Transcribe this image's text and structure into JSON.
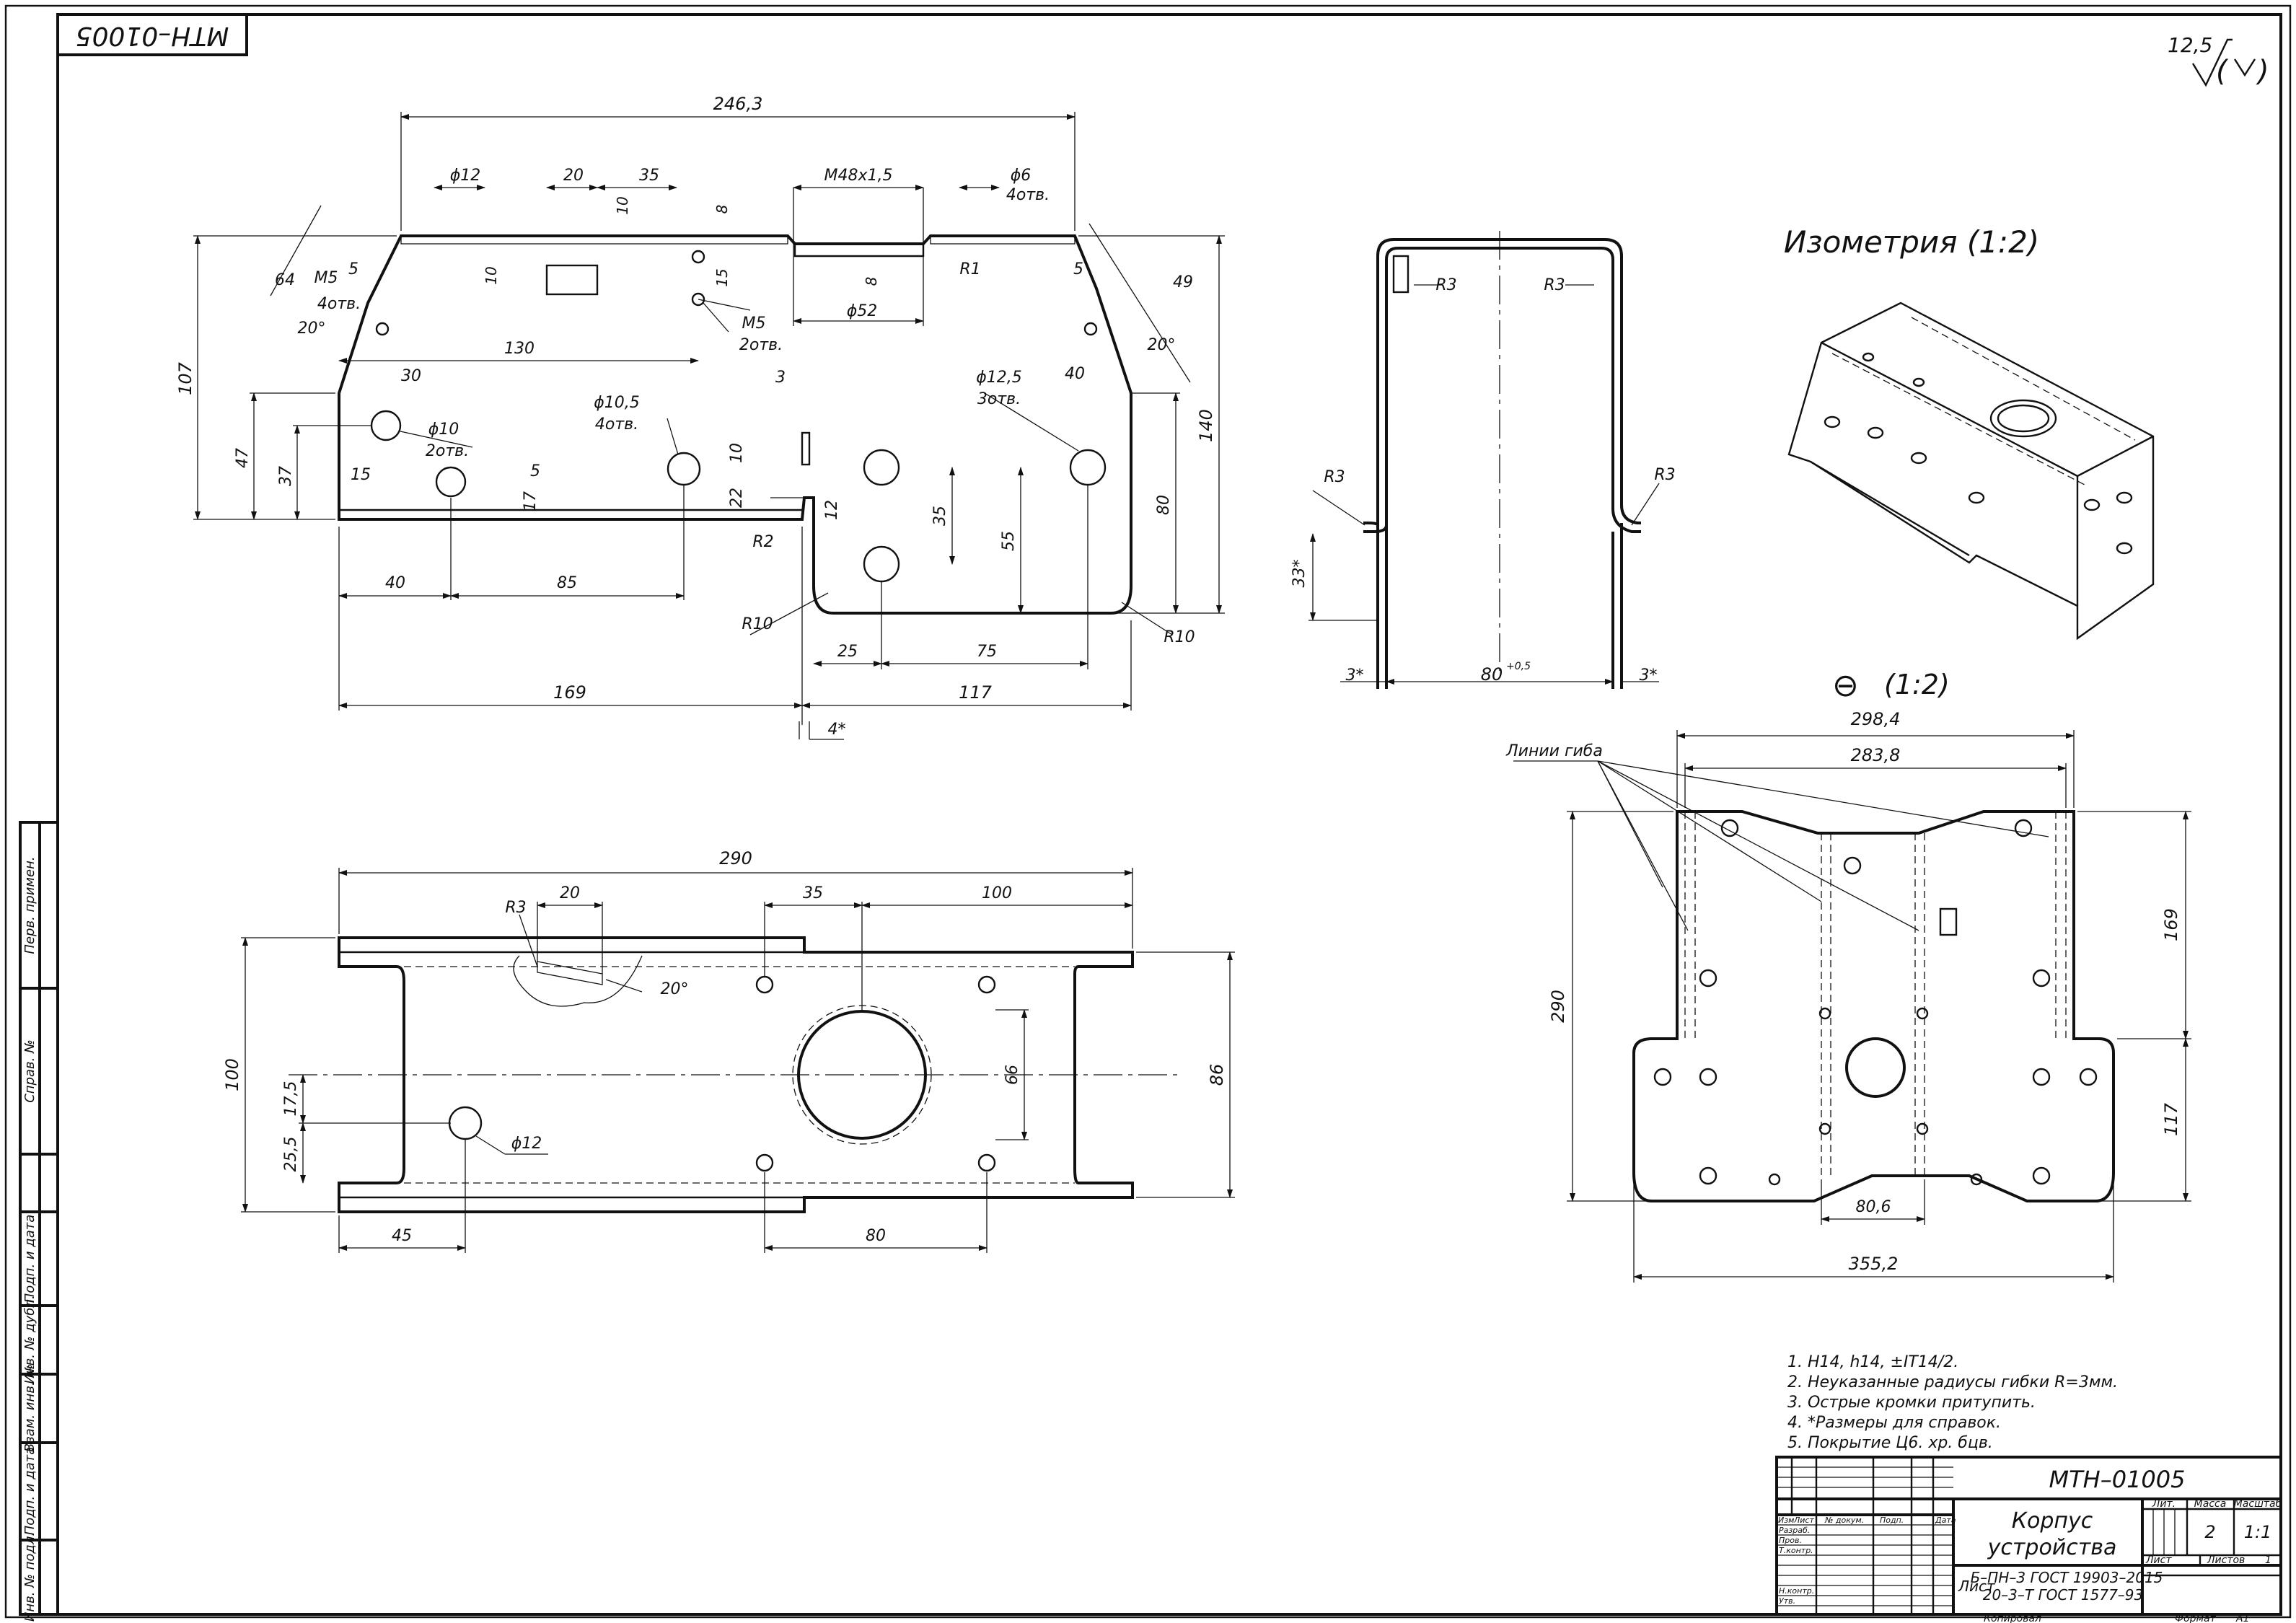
{
  "drawing": {
    "code": "МТН–01005",
    "stamp_code_rotated": "МТН–01005",
    "roughness": "12,5",
    "views": {
      "isometry_title": "Изометрия (1:2)",
      "development_scale": "(1:2)"
    },
    "dims_top": {
      "d246": "246,3",
      "phi12": "ϕ12",
      "d20": "20",
      "d35": "35",
      "m48": "M48x1,5",
      "phi6": "ϕ6",
      "holes4": "4отв.",
      "d10a": "10",
      "d10b": "10",
      "d8a": "8",
      "d15": "15",
      "d8b": "8",
      "r1": "R1",
      "phi52": "ϕ52",
      "m5a": "M5",
      "holes4b": "4отв.",
      "m5b": "M5",
      "holes2": "2отв.",
      "d64": "64",
      "d5a": "5",
      "a20a": "20°",
      "d130": "130",
      "d30": "30",
      "d49": "49",
      "d5b": "5",
      "d40": "40",
      "a20b": "20°",
      "d107": "107",
      "d140": "140",
      "d47": "47",
      "d37": "37",
      "phi10": "ϕ10",
      "holes2b": "2отв.",
      "d15b": "15",
      "phi105": "ϕ10,5",
      "holes4c": "4отв.",
      "d3": "3",
      "d10c": "10",
      "phi125": "ϕ12,5",
      "holes3": "3отв.",
      "d5c": "5",
      "d17": "17",
      "d22": "22",
      "r2": "R2",
      "d12": "12",
      "d35b": "35",
      "d55": "55",
      "d80": "80",
      "d40b": "40",
      "d85": "85",
      "r10a": "R10",
      "d25": "25",
      "d75": "75",
      "r10b": "R10",
      "d169": "169",
      "d117": "117",
      "d4": "4*"
    },
    "dims_side": {
      "r3a": "R3",
      "r3b": "R3",
      "r3c": "R3",
      "r3d": "R3",
      "d33": "33*",
      "d3a": "3*",
      "d80": "80",
      "tol": "+0,5",
      "d3b": "3*"
    },
    "dims_bottom": {
      "d290": "290",
      "r3": "R3",
      "d20": "20",
      "d35": "35",
      "d100": "100",
      "d100v": "100",
      "d86": "86",
      "d66": "66",
      "a20": "20°",
      "d175": "17,5",
      "d255": "25,5",
      "phi12": "ϕ12",
      "d45": "45",
      "d80": "80"
    },
    "dims_flat": {
      "bend_lines": "Линии гиба",
      "d2984": "298,4",
      "d2838": "283,8",
      "d290": "290",
      "d169": "169",
      "d117": "117",
      "d806": "80,6",
      "d3552": "355,2"
    },
    "notes": [
      "1. H14, h14, ±IT14/2.",
      "2. Неуказанные радиусы гибки R=3мм.",
      "3. Острые кромки притупить.",
      "4. *Размеры для справок.",
      "5. Покрытие Ц6. хр. бцв."
    ],
    "title_block": {
      "code": "МТН–01005",
      "name_line1": "Корпус",
      "name_line2": "устройства",
      "material_line1": "Б–ПН–3 ГОСТ 19903–2015",
      "material_prefix": "Лист",
      "material_line2": "20–3–Т ГОСТ 1577–93",
      "col_izm": "Изм",
      "col_list": "Лист",
      "col_doc": "№ докум.",
      "col_sign": "Подп.",
      "col_date": "Дата",
      "row_razrab": "Разраб.",
      "row_prov": "Пров.",
      "row_tkontr": "Т.контр.",
      "row_nkontr": "Н.контр.",
      "row_utv": "Утв.",
      "lit": "Лит.",
      "massa": "Масса",
      "masshtab": "Масштаб",
      "massa_val": "2",
      "masshtab_val": "1:1",
      "list_label": "Лист",
      "listov_label": "Листов",
      "listov_val": "1",
      "copied": "Копировал",
      "format": "Формат",
      "format_val": "A1"
    },
    "side_stamp": {
      "perv_primen": "Перв. примен.",
      "sprav": "Справ. №",
      "podp_data1": "Подп. и дата",
      "inv_dubl": "Инв. № дубл.",
      "vzam_inv": "Взам. инв. №",
      "podp_data2": "Подп. и дата",
      "inv_podl": "Инв. № подл."
    }
  }
}
